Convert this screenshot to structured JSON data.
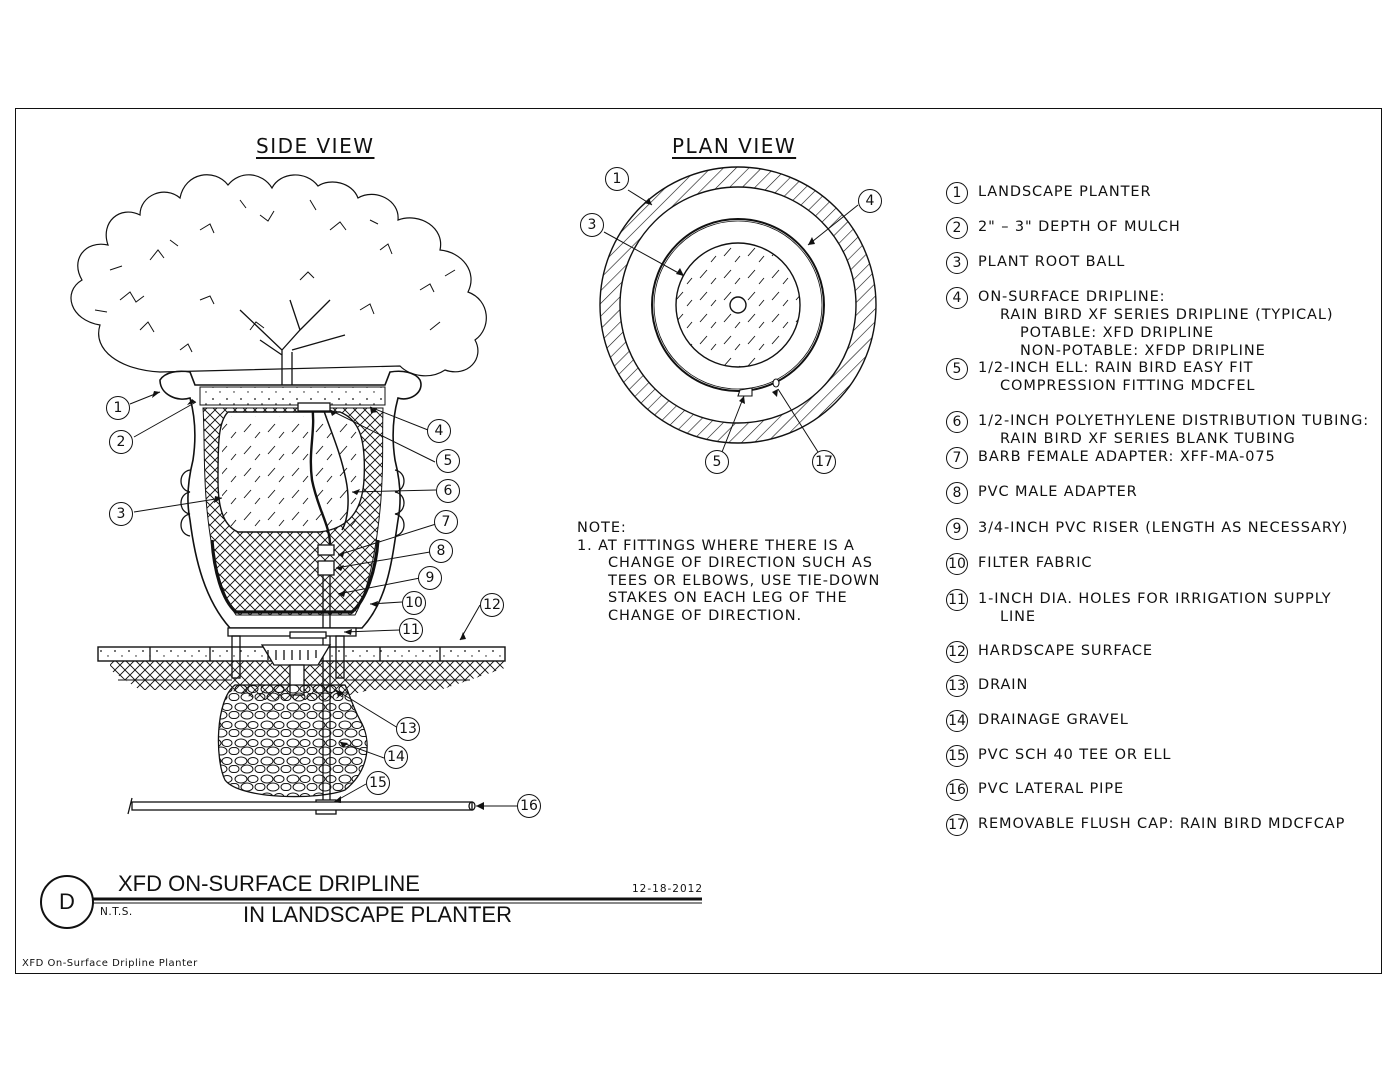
{
  "sheet": {
    "side_view_title": "SIDE VIEW",
    "plan_view_title": "PLAN VIEW",
    "detail_letter": "D",
    "title_line1": "XFD ON-SURFACE DRIPLINE",
    "title_line2": "IN LANDSCAPE PLANTER",
    "scale": "N.T.S.",
    "date": "12-18-2012",
    "file_name": "XFD On-Surface Dripline Planter"
  },
  "note": {
    "heading": "NOTE:",
    "lines": [
      "1. AT FITTINGS WHERE THERE IS A CHANGE OF DIRECTION SUCH AS TEES OR ELBOWS, USE TIE-DOWN STAKES ON EACH LEG OF THE CHANGE OF DIRECTION."
    ]
  },
  "legend": [
    {
      "num": "1",
      "text": "LANDSCAPE PLANTER",
      "sub": []
    },
    {
      "num": "2",
      "text": "2\" – 3\" DEPTH OF MULCH",
      "sub": []
    },
    {
      "num": "3",
      "text": "PLANT ROOT BALL",
      "sub": []
    },
    {
      "num": "4",
      "text": "ON-SURFACE DRIPLINE:",
      "sub": [
        "RAIN BIRD XF SERIES DRIPLINE (TYPICAL)",
        "POTABLE: XFD DRIPLINE",
        "NON-POTABLE: XFDP DRIPLINE"
      ]
    },
    {
      "num": "5",
      "text": "1/2-INCH ELL: RAIN BIRD EASY FIT",
      "sub": [
        "COMPRESSION FITTING MDCFEL"
      ]
    },
    {
      "num": "6",
      "text": "1/2-INCH POLYETHYLENE DISTRIBUTION TUBING:",
      "sub": [
        "RAIN BIRD XF SERIES BLANK TUBING"
      ]
    },
    {
      "num": "7",
      "text": "BARB FEMALE ADAPTER: XFF-MA-075",
      "sub": []
    },
    {
      "num": "8",
      "text": "PVC MALE ADAPTER",
      "sub": []
    },
    {
      "num": "9",
      "text": "3/4-INCH PVC RISER (LENGTH AS NECESSARY)",
      "sub": []
    },
    {
      "num": "10",
      "text": "FILTER FABRIC",
      "sub": []
    },
    {
      "num": "11",
      "text": "1-INCH DIA. HOLES FOR IRRIGATION SUPPLY",
      "sub": [
        "LINE"
      ]
    },
    {
      "num": "12",
      "text": "HARDSCAPE SURFACE",
      "sub": []
    },
    {
      "num": "13",
      "text": "DRAIN",
      "sub": []
    },
    {
      "num": "14",
      "text": "DRAINAGE GRAVEL",
      "sub": []
    },
    {
      "num": "15",
      "text": "PVC SCH 40 TEE OR ELL",
      "sub": []
    },
    {
      "num": "16",
      "text": "PVC LATERAL PIPE",
      "sub": []
    },
    {
      "num": "17",
      "text": "REMOVABLE FLUSH CAP: RAIN BIRD MDCFCAP",
      "sub": []
    }
  ],
  "side_callouts": [
    "1",
    "2",
    "3",
    "4",
    "5",
    "6",
    "7",
    "8",
    "9",
    "10",
    "11",
    "12",
    "13",
    "14",
    "15",
    "16"
  ],
  "plan_callouts": [
    "1",
    "3",
    "4",
    "5",
    "17"
  ]
}
